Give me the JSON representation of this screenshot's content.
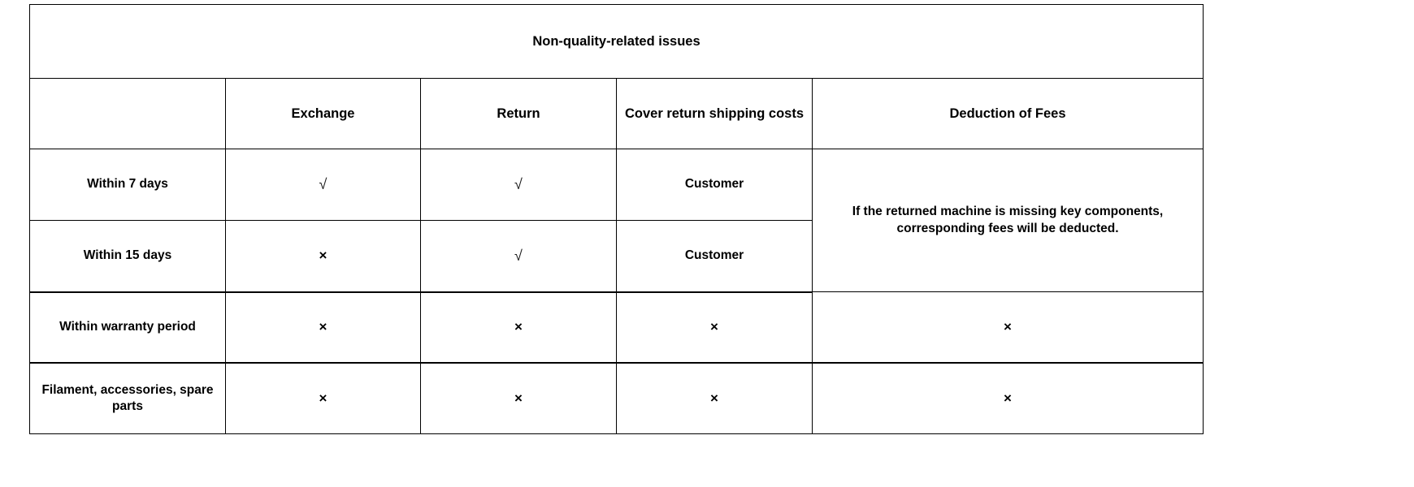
{
  "table": {
    "title": "Non-quality-related issues",
    "columns": [
      {
        "key": "scenario",
        "label": ""
      },
      {
        "key": "exchange",
        "label": "Exchange"
      },
      {
        "key": "return",
        "label": "Return"
      },
      {
        "key": "shipping",
        "label": "Cover return shipping costs"
      },
      {
        "key": "fees",
        "label": "Deduction of Fees"
      }
    ],
    "rows": [
      {
        "scenario": "Within 7 days",
        "exchange": "√",
        "return": "√",
        "shipping": "Customer"
      },
      {
        "scenario": "Within 15 days",
        "exchange": "×",
        "return": "√",
        "shipping": "Customer"
      },
      {
        "scenario": "Within warranty period",
        "exchange": "×",
        "return": "×",
        "shipping": "×",
        "fees": "×"
      },
      {
        "scenario": "Filament, accessories, spare parts",
        "exchange": "×",
        "return": "×",
        "shipping": "×",
        "fees": "×"
      }
    ],
    "merged_fees_note": "If the returned machine is missing key components, corresponding fees will be deducted."
  },
  "colors": {
    "border": "#000000",
    "text": "#000000",
    "background": "#ffffff"
  }
}
